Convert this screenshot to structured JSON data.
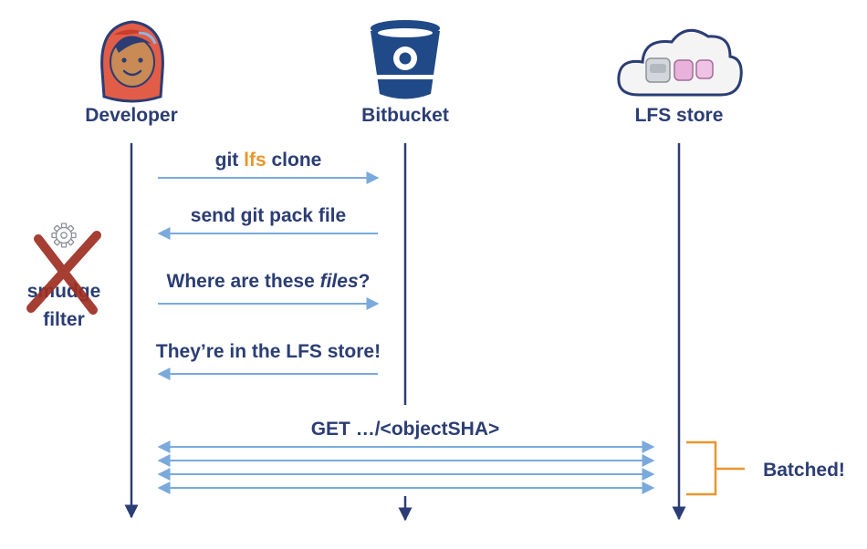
{
  "actors": {
    "developer": "Developer",
    "bitbucket": "Bitbucket",
    "lfs_store": "LFS store"
  },
  "messages": {
    "m1": {
      "pre": "git ",
      "accent": "lfs",
      "post": " clone"
    },
    "m2": "send git pack file",
    "m3": {
      "pre": "Where are these ",
      "em": "files",
      "post": "?"
    },
    "m4": "They’re in the LFS store!",
    "m5": "GET …/<objectSHA>"
  },
  "side_note": {
    "line1": "smudge",
    "line2": "filter"
  },
  "batched_label": "Batched!",
  "colors": {
    "text": "#2b3d74",
    "arrow": "#7aaadc",
    "lifeline": "#2b3d74",
    "accent": "#e8962d",
    "cross": "#9e2e22",
    "bitbucket": "#204a87"
  },
  "icons": {
    "developer": "developer-avatar-icon",
    "bitbucket": "bitbucket-bucket-icon",
    "lfs_store": "cloud-storage-icon",
    "smudge": "gear-icon",
    "struck": "cross-icon"
  }
}
